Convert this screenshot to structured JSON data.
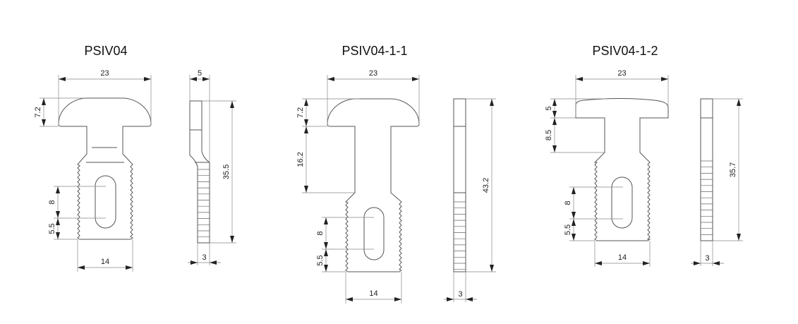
{
  "parts": [
    {
      "title": "PSIV04",
      "dims": {
        "head_width": "23",
        "head_height": "7.2",
        "slot_length": "8",
        "slot_offset": "5.5",
        "base_width": "14",
        "side_width_top": "5",
        "side_height": "35.5",
        "side_thickness": "3"
      }
    },
    {
      "title": "PSIV04-1-1",
      "dims": {
        "head_width": "23",
        "head_height": "7.2",
        "neck_height": "16.2",
        "slot_length": "8",
        "slot_offset": "5.5",
        "base_width": "14",
        "side_height": "43.2",
        "side_thickness": "3"
      }
    },
    {
      "title": "PSIV04-1-2",
      "dims": {
        "head_width": "23",
        "head_height": "5",
        "neck_height": "8.5",
        "slot_length": "8",
        "slot_offset": "5.5",
        "base_width": "14",
        "side_height": "35.7",
        "side_thickness": "3"
      }
    }
  ]
}
